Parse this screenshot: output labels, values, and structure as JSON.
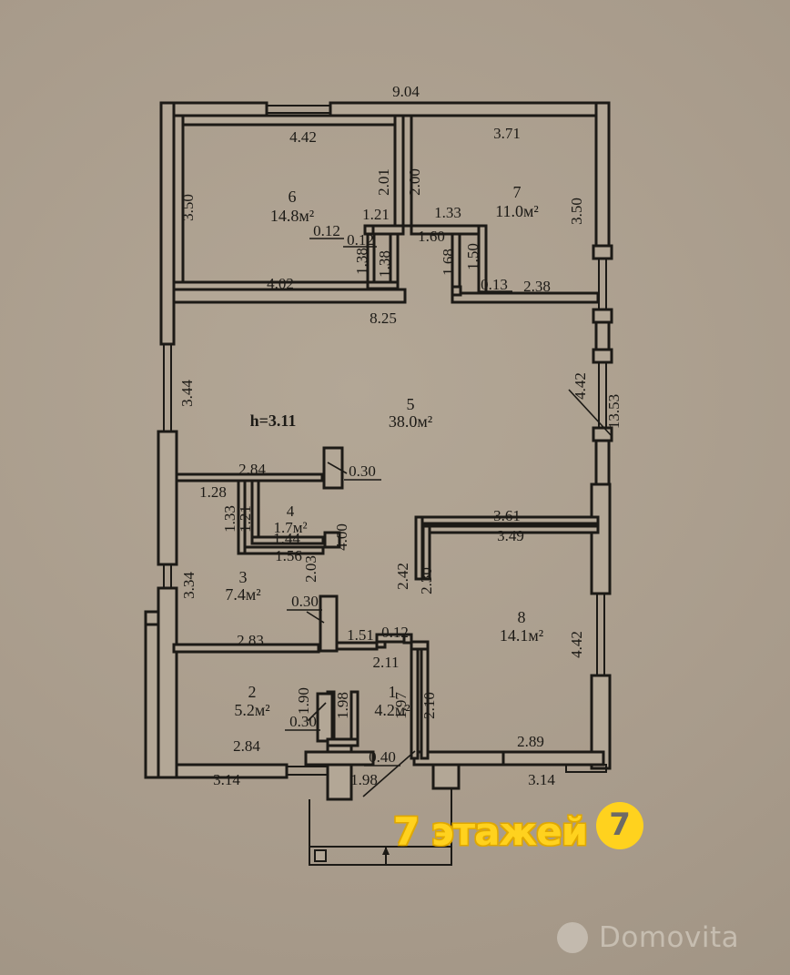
{
  "document": {
    "type": "floor-plan",
    "ceiling_height_label": "h=3.11",
    "background_color": "#a99c8c",
    "paper_color": "#b1a494",
    "ink_color": "#1c1a16"
  },
  "brand": {
    "text": "7 этажей",
    "badge_digit": "7",
    "badge_color": "#ffd21e",
    "text_color": "#ffd21e",
    "outline_color": "#e0a800"
  },
  "watermark": {
    "text": "Domovita",
    "color": "#e3ddd3"
  },
  "rooms": [
    {
      "id": "room-1",
      "number": "1",
      "area": "4.2м²"
    },
    {
      "id": "room-2",
      "number": "2",
      "area": "5.2м²"
    },
    {
      "id": "room-3",
      "number": "3",
      "area": "7.4м²"
    },
    {
      "id": "room-4",
      "number": "4",
      "area": "1.7м²"
    },
    {
      "id": "room-5",
      "number": "5",
      "area": "38.0м²"
    },
    {
      "id": "room-6",
      "number": "6",
      "area": "14.8м²"
    },
    {
      "id": "room-7",
      "number": "7",
      "area": "11.0м²"
    },
    {
      "id": "room-8",
      "number": "8",
      "area": "14.1м²"
    }
  ],
  "dimensions": {
    "top_overall": "9.04",
    "d_442_top": "4.42",
    "d_371": "3.71",
    "d_201": "2.01",
    "d_200": "2.00",
    "d_121": "1.21",
    "d_133": "1.33",
    "d_012_a": "0.12",
    "d_012_b": "0.12",
    "d_160": "1.60",
    "d_168": "1.68",
    "d_150": "1.50",
    "d_138_a": "1.38",
    "d_138_b": "1.38",
    "d_350_left": "3.50",
    "d_350_right": "3.50",
    "d_402": "4.02",
    "d_825": "8.25",
    "d_013": "0.13",
    "d_238": "2.38",
    "d_344": "3.44",
    "d_442_right_upper": "4.42",
    "d_1353": "13.53",
    "d_284_upper": "2.84",
    "d_030_upper": "0.30",
    "d_128": "1.28",
    "d_133_v": "1.33",
    "d_121_v": "1.21",
    "d_144": "1.44",
    "d_156": "1.56",
    "d_203": "2.03",
    "d_400": "4.00",
    "d_334": "3.34",
    "d_361": "3.61",
    "d_349": "3.49",
    "d_242": "2.42",
    "d_230": "2.30",
    "d_030_mid": "0.30",
    "d_283": "2.83",
    "d_151": "1.51",
    "d_012_c": "0.12",
    "d_211": "2.11",
    "d_442_right_lower": "4.42",
    "d_190": "1.90",
    "d_198_a": "1.98",
    "d_030_lower": "0.30",
    "d_197": "1.97",
    "d_210": "2.10",
    "d_284_lower": "2.84",
    "d_040": "0.40",
    "d_198_b": "1.98",
    "d_289": "2.89",
    "d_314_left": "3.14",
    "d_314_right": "3.14"
  }
}
